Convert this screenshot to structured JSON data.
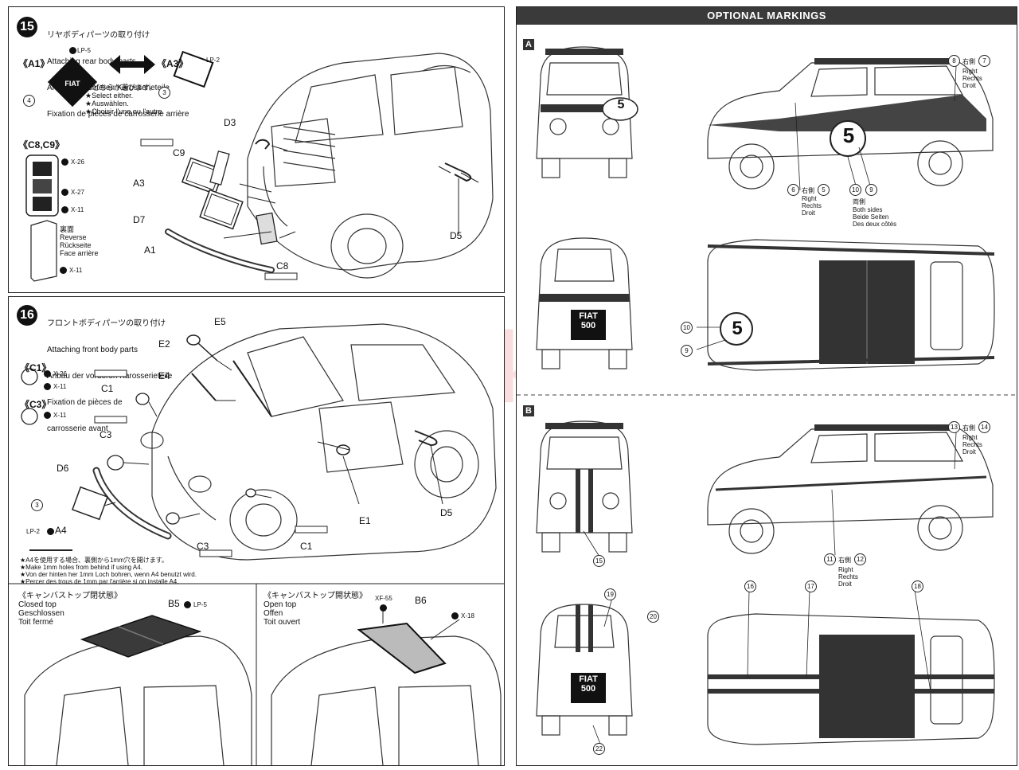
{
  "step15": {
    "number": "15",
    "title_jp": "リヤボディパーツの取り付け",
    "title_en": "Attaching rear body parts",
    "title_de": "Anbau der hinteren Karosserieteile",
    "title_fr": "Fixation de pièces de carrosserie arrière",
    "opt_a1": "《A1》",
    "opt_a3": "《A3》",
    "lp5": "LP-5",
    "lp2": "LP-2",
    "select_jp": "★どちらか選びます。",
    "select_en": "★Select either.",
    "select_de": "★Auswählen.",
    "select_fr": "★Choisir l'une ou l'autre.",
    "c8c9": "《C8,C9》",
    "x26": "X-26",
    "x27": "X-27",
    "x11a": "X-11",
    "reverse_jp": "裏面",
    "reverse_en": "Reverse",
    "reverse_de": "Rückseite",
    "reverse_fr": "Face arrière",
    "x11b": "X-11",
    "num4": "4",
    "num3": "3",
    "parts": {
      "d3": "D3",
      "c9": "C9",
      "a3": "A3",
      "d7": "D7",
      "a1": "A1",
      "c8": "C8",
      "d5": "D5"
    }
  },
  "step16": {
    "number": "16",
    "title_jp": "フロントボディパーツの取り付け",
    "title_en": "Attaching front body parts",
    "title_de": "Anbau der vorderen Karosserieteile",
    "title_fr1": "Fixation de pièces de",
    "title_fr2": "carrosserie avant",
    "c1opt": "《C1》",
    "c3opt": "《C3》",
    "x26": "X-26",
    "x11a": "X-11",
    "x11b": "X-11",
    "parts": {
      "e5": "E5",
      "e2": "E2",
      "e4": "E4",
      "c1a": "C1",
      "c3a": "C3",
      "d6": "D6",
      "a4": "A4",
      "c3b": "C3",
      "c1b": "C1",
      "e1": "E1",
      "d5": "D5",
      "b5": "B5",
      "b6": "B6"
    },
    "lp2": "LP-2",
    "num3": "3",
    "note_jp": "★A4を使用する場合、裏側から1mm穴を開けます。",
    "note_en": "★Make 1mm holes from behind if using A4.",
    "note_de": "★Von der hinten her 1mm Loch bohren, wenn A4 benutzt wird.",
    "note_fr": "★Percer des trous de 1mm par l'arrière si on installe A4.",
    "closed_jp": "《キャンバストップ閉状態》",
    "closed_en": "Closed top",
    "closed_de": "Geschlossen",
    "closed_fr": "Toit fermé",
    "open_jp": "《キャンバストップ開状態》",
    "open_en": "Open top",
    "open_de": "Offen",
    "open_fr": "Toit ouvert",
    "lp5": "LP-5",
    "xf55": "XF-55",
    "x18": "X-18"
  },
  "markings": {
    "header": "OPTIONAL MARKINGS",
    "sect_a": "A",
    "sect_b": "B",
    "a_side_right": {
      "n1": "8",
      "jp": "右側",
      "n2": "7",
      "en": "Right",
      "de": "Rechts",
      "fr": "Droit"
    },
    "a_side_right2": {
      "n1": "6",
      "jp": "右側",
      "n2": "5",
      "en": "Right",
      "de": "Rechts",
      "fr": "Droit"
    },
    "a_both": {
      "n1": "10",
      "n2": "9",
      "jp": "両側",
      "en": "Both sides",
      "de": "Beide Seiten",
      "fr": "Des deux côtés"
    },
    "a_top": {
      "n1": "10",
      "n2": "9"
    },
    "race_number": "5",
    "fiat_plate_1": "FIAT",
    "fiat_plate_2": "500",
    "b_side_right": {
      "n1": "13",
      "jp": "右側",
      "n2": "14",
      "en": "Right",
      "de": "Rechts",
      "fr": "Droit"
    },
    "b_side_right2": {
      "n1": "11",
      "jp": "右側",
      "n2": "12",
      "en": "Right",
      "de": "Rechts",
      "fr": "Droit"
    },
    "b_front": "15",
    "b_rear_nums": {
      "a": "19",
      "b": "20",
      "c": "22"
    },
    "b_top_nums": {
      "a": "16",
      "b": "17",
      "c": "18"
    }
  },
  "watermark": "modelartiki.cz"
}
